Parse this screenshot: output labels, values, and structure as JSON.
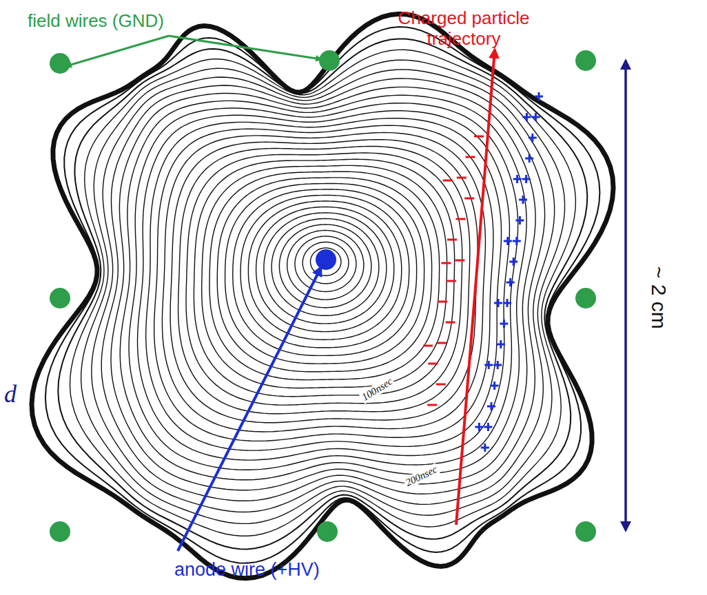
{
  "diagram": {
    "labels": [
      "field wires (GND)",
      "Charged particle trajectory",
      "~ 2 cm",
      "100nsec",
      "200nsec",
      "anode wire (+HV)",
      "d"
    ]
  }
}
